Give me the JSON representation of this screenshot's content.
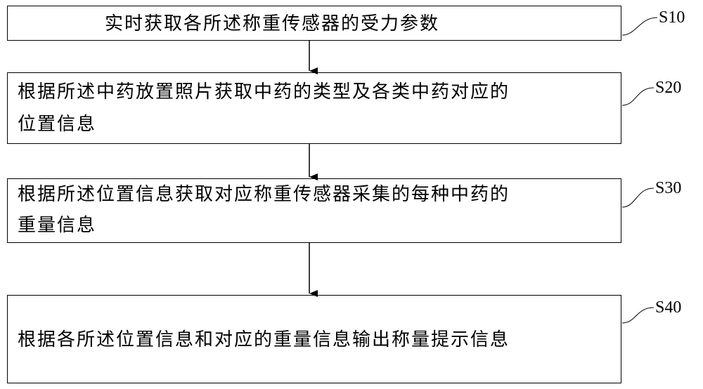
{
  "steps": [
    {
      "id": "S10",
      "lines": [
        "实时获取各所述称重传感器的受力参数"
      ]
    },
    {
      "id": "S20",
      "lines": [
        "根据所述中药放置照片获取中药的类型及各类中药对应的",
        "位置信息"
      ]
    },
    {
      "id": "S30",
      "lines": [
        "根据所述位置信息获取对应称重传感器采集的每种中药的",
        "重量信息"
      ]
    },
    {
      "id": "S40",
      "lines": [
        "根据各所述位置信息和对应的重量信息输出称量提示信息"
      ]
    }
  ]
}
